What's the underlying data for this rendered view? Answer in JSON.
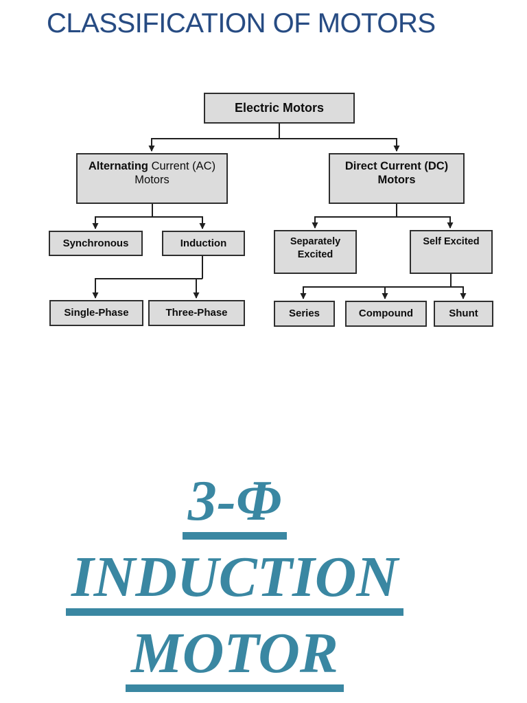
{
  "page": {
    "title": "CLASSIFICATION OF MOTORS"
  },
  "colors": {
    "title_blue": "#274b82",
    "heading_teal": "#3a87a2",
    "node_fill": "#dcdcdc",
    "node_border": "#2e2e2e",
    "connector": "#1f1f1f"
  },
  "flowchart": {
    "nodes": {
      "electric": {
        "label": "Electric Motors"
      },
      "ac": {
        "bold": "Alternating",
        "rest": " Current (AC)",
        "line2": "Motors"
      },
      "dc": {
        "line1": "Direct Current (DC)",
        "line2": "Motors"
      },
      "synchronous": {
        "label": "Synchronous"
      },
      "induction": {
        "label": "Induction"
      },
      "separately": {
        "line1": "Separately",
        "line2": "Excited"
      },
      "self_excited": {
        "label": "Self Excited"
      },
      "single_phase": {
        "label": "Single-Phase"
      },
      "three_phase": {
        "label": "Three-Phase"
      },
      "series": {
        "label": "Series"
      },
      "compound": {
        "label": "Compound"
      },
      "shunt": {
        "label": "Shunt"
      }
    },
    "edges": [
      {
        "from": "Electric Motors",
        "to": "Alternating Current (AC) Motors"
      },
      {
        "from": "Electric Motors",
        "to": "Direct Current (DC) Motors"
      },
      {
        "from": "Alternating Current (AC) Motors",
        "to": "Synchronous"
      },
      {
        "from": "Alternating Current (AC) Motors",
        "to": "Induction"
      },
      {
        "from": "Induction",
        "to": "Single-Phase"
      },
      {
        "from": "Induction",
        "to": "Three-Phase"
      },
      {
        "from": "Direct Current (DC) Motors",
        "to": "Separately Excited"
      },
      {
        "from": "Direct Current (DC) Motors",
        "to": "Self Excited"
      },
      {
        "from": "Self Excited",
        "to": "Series"
      },
      {
        "from": "Self Excited",
        "to": "Compound"
      },
      {
        "from": "Self Excited",
        "to": "Shunt"
      }
    ]
  },
  "heading": {
    "line1": "3-Φ",
    "line2": "INDUCTION",
    "line3": "MOTOR"
  }
}
